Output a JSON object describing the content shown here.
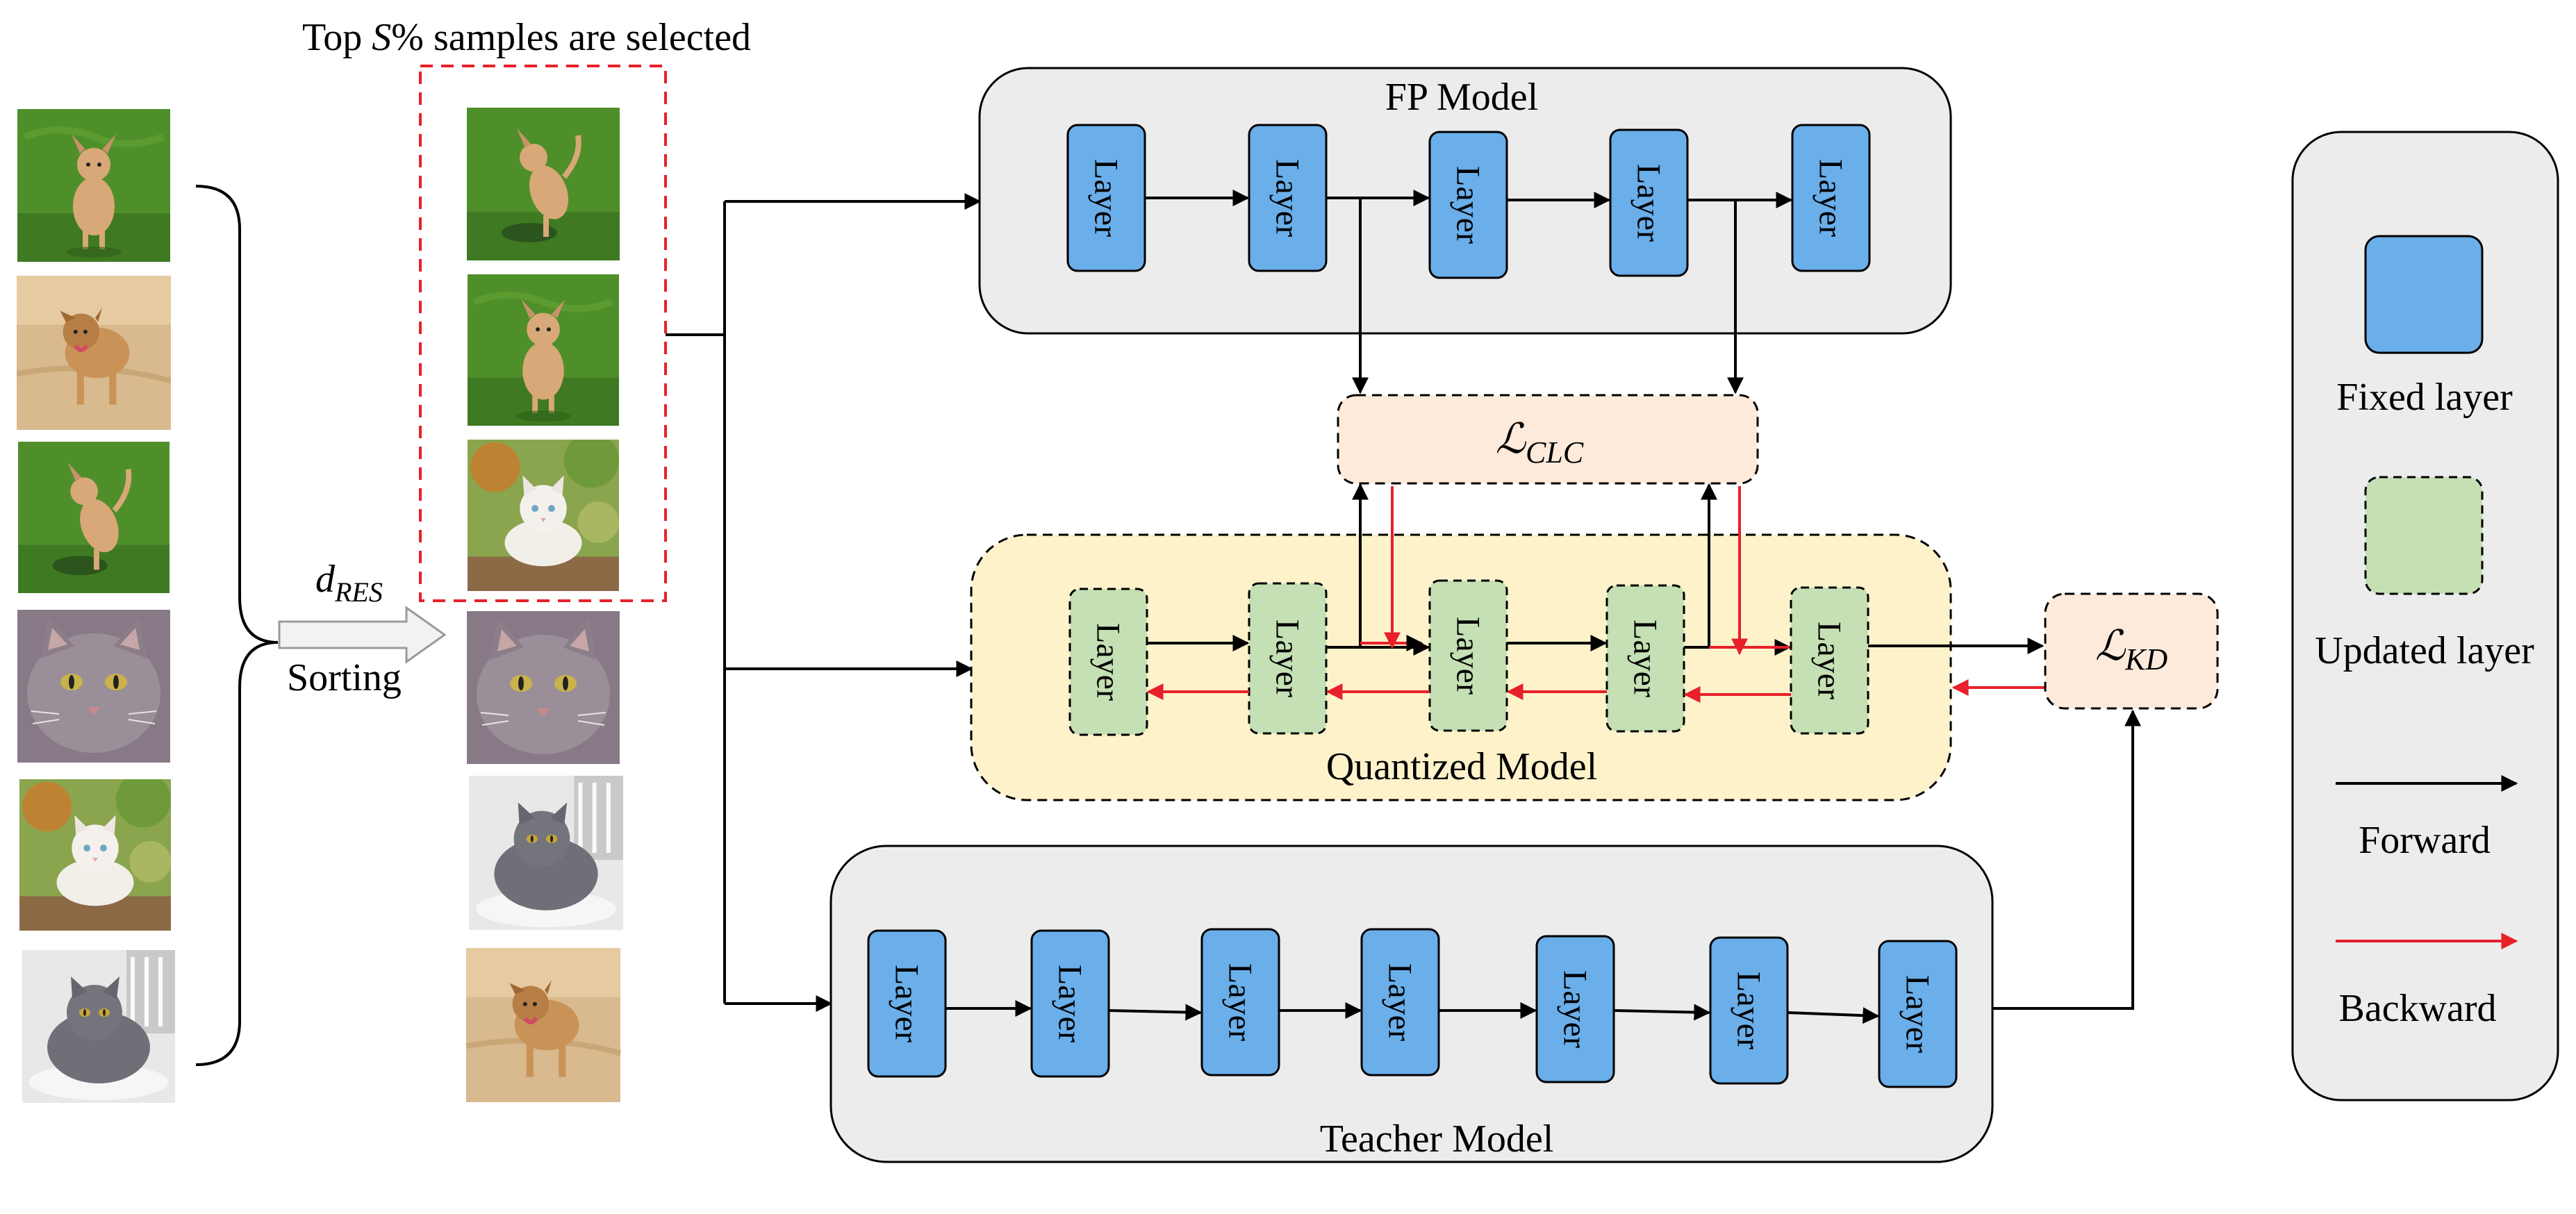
{
  "title": {
    "pre": "Top ",
    "var": "S",
    "post": "% samples are selected"
  },
  "sorting": {
    "metric_base": "d",
    "metric_sub": "RES",
    "label": "Sorting"
  },
  "models": {
    "fp": {
      "title": "FP Model"
    },
    "quantized": {
      "title": "Quantized Model"
    },
    "teacher": {
      "title": "Teacher Model"
    }
  },
  "layer_label": "Layer",
  "losses": {
    "clc": {
      "base": "ℒ",
      "sub": "CLC"
    },
    "kd": {
      "base": "ℒ",
      "sub": "KD"
    }
  },
  "legend": {
    "fixed": "Fixed layer",
    "updated": "Updated layer",
    "forward": "Forward",
    "backward": "Backward"
  },
  "images": {
    "left": [
      "dog-grass-sitting",
      "dog-sand-walking",
      "dog-grass-jumping",
      "cat-gray-face",
      "cat-white-garden",
      "cat-gray-chair"
    ],
    "sorted": [
      "dog-grass-jumping",
      "dog-grass-sitting",
      "cat-white-garden",
      "cat-gray-face",
      "cat-gray-chair",
      "dog-sand-walking"
    ]
  },
  "colors": {
    "fixed_layer": "#6aaeea",
    "updated_layer": "#c5e0b4",
    "model_bg": "#ececec",
    "quant_bg": "#fef2cb",
    "loss_bg": "#fdeadb",
    "selection_box": "#e8202a",
    "backward": "#e8202a",
    "forward": "#000000"
  }
}
